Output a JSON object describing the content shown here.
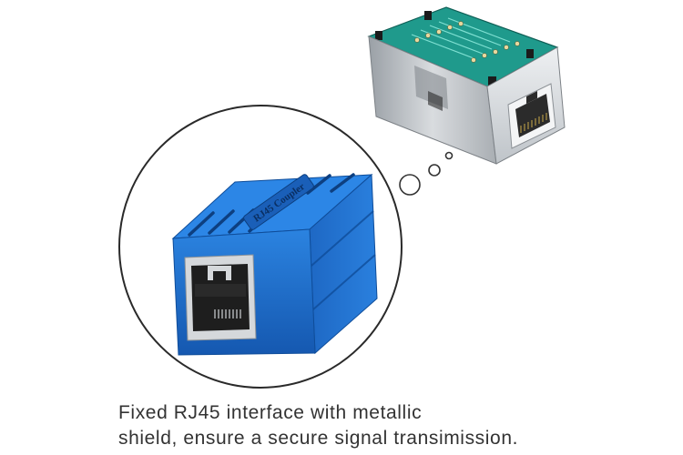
{
  "product": {
    "coupler_label": "RJ45 Coupler",
    "body_color": "#1f6fcf",
    "shield_color": "#c9ccd0",
    "pcb_color": "#1f9a8c"
  },
  "caption": {
    "line1": "Fixed RJ45 interface with metallic",
    "line2": "shield, ensure a secure signal transimission."
  }
}
